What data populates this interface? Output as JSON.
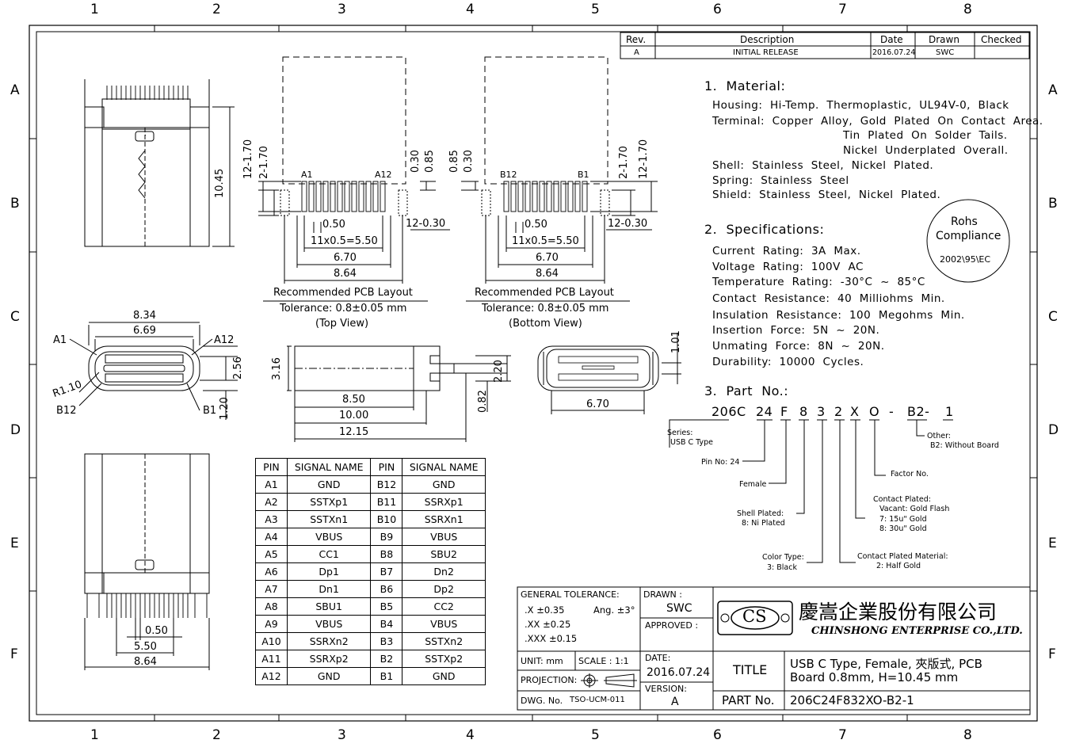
{
  "border": {
    "cols": [
      "1",
      "2",
      "3",
      "4",
      "5",
      "6",
      "7",
      "8"
    ],
    "rows": [
      "A",
      "B",
      "C",
      "D",
      "E",
      "F"
    ]
  },
  "revision": {
    "headers": [
      "Rev.",
      "Description",
      "Date",
      "Drawn",
      "Checked"
    ],
    "row": [
      "A",
      "INITIAL  RELEASE",
      "2016.07.24",
      "SWC",
      ""
    ]
  },
  "notes": {
    "material_title": "1.  Material:",
    "material": [
      "Housing:  Hi-Temp.  Thermoplastic,  UL94V-0,  Black",
      "Terminal:  Copper  Alloy,  Gold  Plated  On  Contact  Area.",
      "Tin  Plated  On  Solder  Tails.",
      "Nickel  Underplated  Overall.",
      "Shell:  Stainless  Steel,  Nickel  Plated.",
      "Spring:  Stainless  Steel",
      "Shield:  Stainless  Steel,  Nickel  Plated."
    ],
    "spec_title": "2.  Specifications:",
    "specs": [
      "Current  Rating:  3A  Max.",
      "Voltage  Rating:  100V  AC",
      "Temperature  Rating:  -30°C  ~  85°C",
      "Contact  Resistance:  40  Milliohms  Min.",
      "Insulation  Resistance:  100  Megohms  Min.",
      "Insertion  Force:  5N  ~  20N.",
      "Unmating  Force:  8N  ~  20N.",
      "Durability:  10000  Cycles."
    ],
    "part_title": "3.  Part  No.:"
  },
  "rohs": {
    "line1": "Rohs",
    "line2": "Compliance",
    "line3": "2002\\95\\EC"
  },
  "part_code": {
    "segments": [
      "206C",
      "24",
      "F",
      "8",
      "3",
      "2",
      "X",
      "O",
      "-",
      "B2-",
      "1"
    ],
    "callouts": {
      "series": "Series:",
      "series_val": "USB  C  Type",
      "pin_no": "Pin  No:  24",
      "female": "Female",
      "shell": "Shell  Plated:",
      "shell_val": "8:  Ni  Plated",
      "color": "Color  Type:",
      "color_val": "3:  Black",
      "cpm": "Contact  Plated  Material:",
      "cpm_val": "2:  Half  Gold",
      "cp": "Contact  Plated:",
      "cp_v1": "Vacant:  Gold  Flash",
      "cp_v2": "7:  15u\"  Gold",
      "cp_v3": "8:  30u\"  Gold",
      "factor": "Factor  No.",
      "other": "Other:",
      "other_val": "B2:  Without  Board"
    }
  },
  "pcb_top": {
    "caption1": "Recommended  PCB  Layout",
    "caption2": "Tolerance:  0.8±0.05  mm",
    "caption3": "(Top  View)",
    "a_left": "A1",
    "a_right": "A12",
    "d_pitch": "0.50",
    "d_span": "11x0.5=5.50",
    "d_670": "6.70",
    "d_864": "8.64",
    "d_pad": "12-0.30",
    "d_v1": "12-1.70",
    "d_v2": "2-1.70",
    "d_030": "0.30",
    "d_085": "0.85"
  },
  "pcb_bottom": {
    "caption1": "Recommended  PCB  Layout",
    "caption2": "Tolerance:  0.8±0.05  mm",
    "caption3": "(Bottom  View)",
    "b_left": "B12",
    "b_right": "B1",
    "d_pitch": "0.50",
    "d_span": "11x0.5=5.50",
    "d_670": "6.70",
    "d_864": "8.64",
    "d_pad": "12-0.30",
    "d_v1": "2-1.70",
    "d_v2": "12-1.70",
    "d_085": "0.85",
    "d_030": "0.30"
  },
  "views": {
    "side_height": "10.45",
    "front_w1": "8.34",
    "front_w2": "6.69",
    "front_a1": "A1",
    "front_a12": "A12",
    "front_r": "R1.10",
    "front_b12": "B12",
    "front_b1": "B1",
    "front_h1": "2.56",
    "front_h2": "1.20",
    "side_h": "3.16",
    "side_850": "8.50",
    "side_1000": "10.00",
    "side_1215": "12.15",
    "side_220": "2.20",
    "side_082": "0.82",
    "end_101": "1.01",
    "end_670": "6.70",
    "bottom_050": "0.50",
    "bottom_550": "5.50",
    "bottom_864": "8.64"
  },
  "pin_table": {
    "headers": [
      "PIN",
      "SIGNAL  NAME",
      "PIN",
      "SIGNAL  NAME"
    ],
    "rows": [
      [
        "A1",
        "GND",
        "B12",
        "GND"
      ],
      [
        "A2",
        "SSTXp1",
        "B11",
        "SSRXp1"
      ],
      [
        "A3",
        "SSTXn1",
        "B10",
        "SSRXn1"
      ],
      [
        "A4",
        "VBUS",
        "B9",
        "VBUS"
      ],
      [
        "A5",
        "CC1",
        "B8",
        "SBU2"
      ],
      [
        "A6",
        "Dp1",
        "B7",
        "Dn2"
      ],
      [
        "A7",
        "Dn1",
        "B6",
        "Dp2"
      ],
      [
        "A8",
        "SBU1",
        "B5",
        "CC2"
      ],
      [
        "A9",
        "VBUS",
        "B4",
        "VBUS"
      ],
      [
        "A10",
        "SSRXn2",
        "B3",
        "SSTXn2"
      ],
      [
        "A11",
        "SSRXp2",
        "B2",
        "SSTXp2"
      ],
      [
        "A12",
        "GND",
        "B1",
        "GND"
      ]
    ]
  },
  "title_block": {
    "gen_tol": "GENERAL TOLERANCE:",
    "tol_x": ".X  ±0.35",
    "tol_xx": ".XX ±0.25",
    "tol_xxx": ".XXX ±0.15",
    "tol_ang": "Ang.  ±3°",
    "drawn_label": "DRAWN :",
    "drawn": "SWC",
    "approved_label": "APPROVED  :",
    "unit": "UNIT:  mm",
    "scale": "SCALE :  1:1",
    "projection": "PROJECTION:",
    "dwg_label": "DWG. No.",
    "dwg": "TSO-UCM-011",
    "date_label": "DATE:",
    "date": "2016.07.24",
    "version_label": "VERSION:",
    "version": "A",
    "logo": "CS",
    "company_cn": "慶嵩企業股份有限公司",
    "company_en": "CHINSHONG ENTERPRISE CO.,LTD.",
    "title_label": "TITLE",
    "title1": "USB  C Type, Female, 夾版式, PCB",
    "title2": "Board 0.8mm, H=10.45 mm",
    "partno_label": "PART No.",
    "partno": "206C24F832XO-B2-1"
  }
}
